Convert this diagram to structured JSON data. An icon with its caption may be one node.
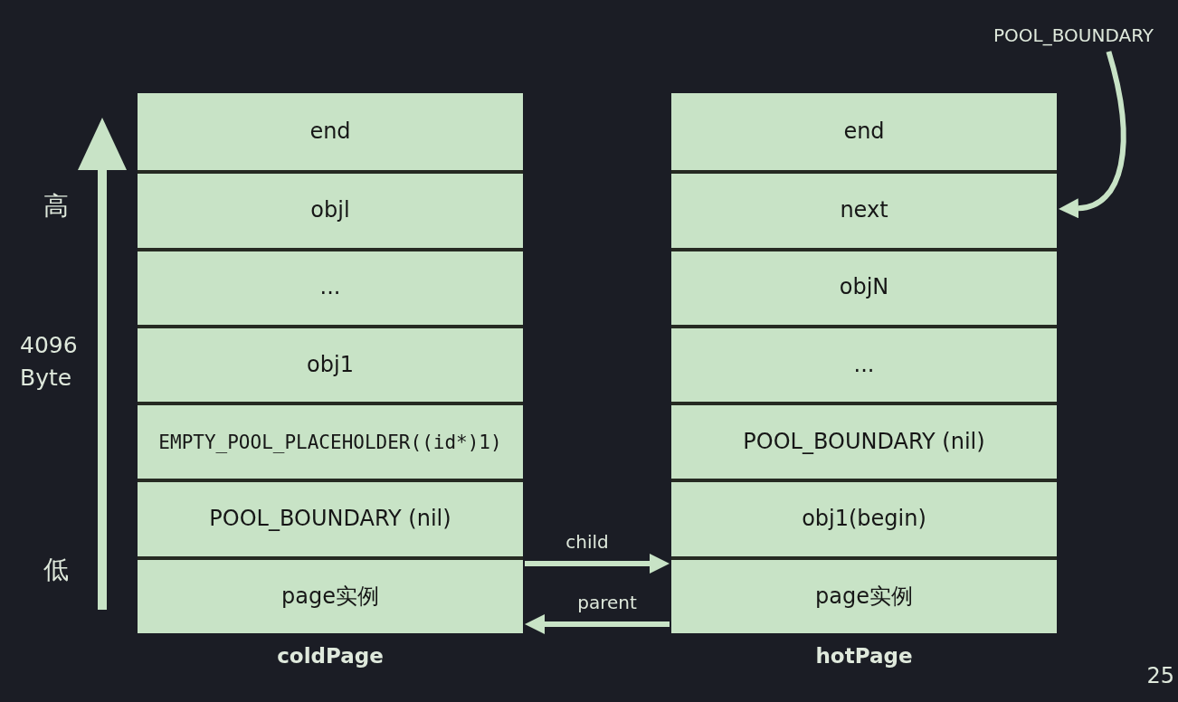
{
  "diagram": {
    "nodes": [
      {
        "text": [
          "coldPage"
        ]
      },
      {
        "text": [
          "end"
        ],
        "in": 0
      },
      {
        "text": [
          "objl"
        ],
        "in": 0
      },
      {
        "text": [
          "..."
        ],
        "in": 0
      },
      {
        "text": [
          "obj1"
        ],
        "in": 0
      },
      {
        "text": [
          "EMPTY_POOL_PLACEHOLDER((id*)1)"
        ],
        "in": 0
      },
      {
        "text": [
          "POOL_BOUNDARY (nil)"
        ],
        "in": 0
      },
      {
        "text": [
          "page实例"
        ],
        "in": 0
      },
      {
        "text": [
          "hotPage"
        ]
      },
      {
        "text": [
          "end"
        ],
        "in": 8
      },
      {
        "text": [
          "next"
        ],
        "in": 8
      },
      {
        "text": [
          "objN"
        ],
        "in": 8
      },
      {
        "text": [
          "..."
        ],
        "in": 8
      },
      {
        "text": [
          "POOL_BOUNDARY (nil)"
        ],
        "in": 8
      },
      {
        "text": [
          "obj1(begin)"
        ],
        "in": 8
      },
      {
        "text": [
          "page实例"
        ],
        "in": 8
      },
      {
        "text": [
          "POOL_BOUNDARY"
        ]
      }
    ],
    "edges": [
      {
        "from": 0,
        "to": 8,
        "arrow": "to",
        "label": "child"
      },
      {
        "from": 8,
        "to": 0,
        "arrow": "to",
        "label": "parent"
      },
      {
        "from": 16,
        "to": 10,
        "arrow": "to"
      }
    ],
    "labels": [
      "高",
      "4096 Byte",
      "低",
      "25"
    ]
  }
}
